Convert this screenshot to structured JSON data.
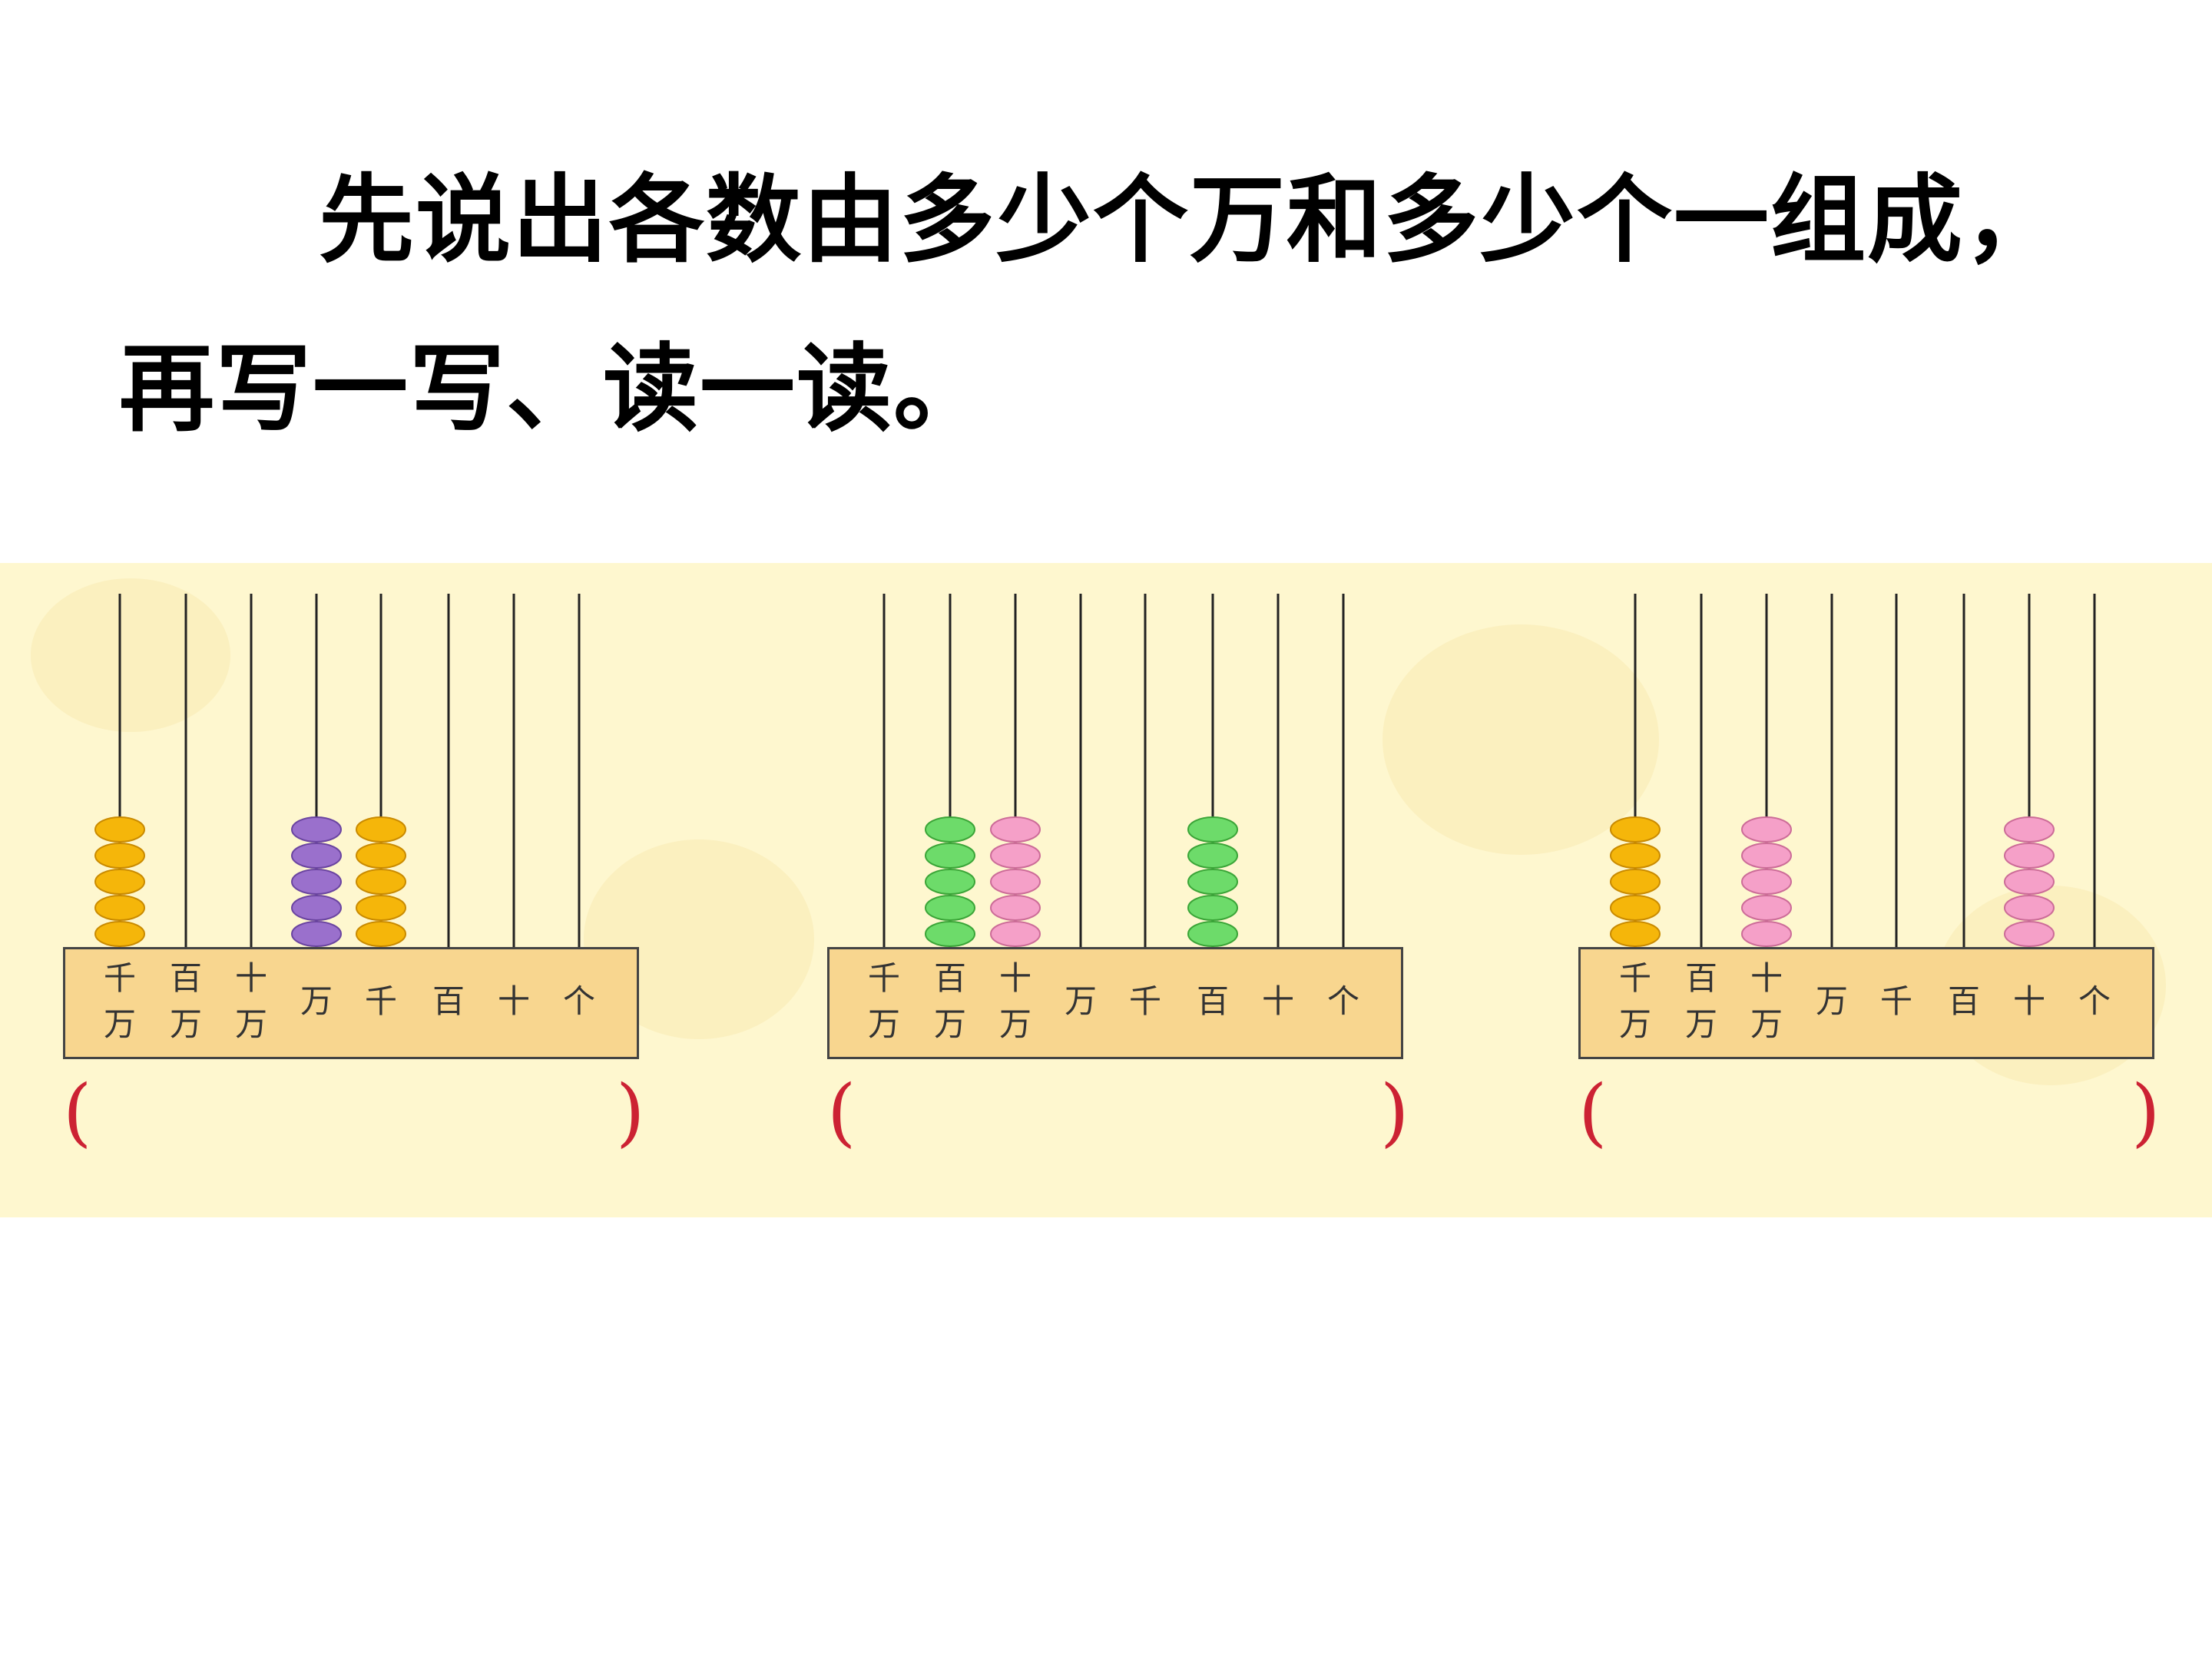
{
  "instruction": {
    "line1": "先说出各数由多少个万和多少个一组成，",
    "line2": "再写一写、读一读。"
  },
  "colors": {
    "rod": "#222222",
    "bead_yellow": "#f5b60a",
    "bead_purple": "#9a70cc",
    "bead_green": "#6ddb6a",
    "bead_pink": "#f5a0c8",
    "board_bg": "#fef7cf",
    "base_bg": "#f8d68f",
    "paren": "#cc2233"
  },
  "place_labels": [
    [
      "千",
      "万"
    ],
    [
      "百",
      "万"
    ],
    [
      "十",
      "万"
    ],
    [
      "万"
    ],
    [
      "千"
    ],
    [
      "百"
    ],
    [
      "十"
    ],
    [
      "个"
    ]
  ],
  "abaci": [
    {
      "beads": [
        5,
        0,
        0,
        5,
        5,
        0,
        0,
        0
      ],
      "bead_colors": [
        "yellow",
        "",
        "",
        "purple",
        "yellow",
        "",
        "",
        ""
      ],
      "open": "(",
      "close": ")"
    },
    {
      "beads": [
        0,
        5,
        5,
        0,
        0,
        5,
        0,
        0
      ],
      "bead_colors": [
        "",
        "green",
        "pink",
        "",
        "",
        "green",
        "",
        ""
      ],
      "open": "(",
      "close": ")"
    },
    {
      "beads": [
        5,
        0,
        5,
        0,
        0,
        0,
        5,
        0
      ],
      "bead_colors": [
        "yellow",
        "",
        "pink",
        "",
        "",
        "",
        "pink",
        ""
      ],
      "open": "(",
      "close": ")"
    }
  ]
}
